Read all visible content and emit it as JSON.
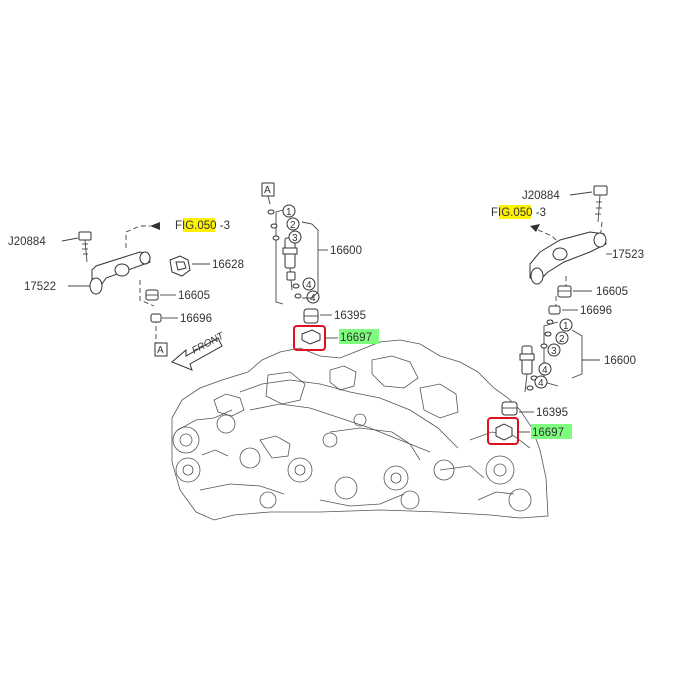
{
  "colors": {
    "fig_highlight": "#fff200",
    "part_highlight": "#7dff7d",
    "callout_box": "#e0101c",
    "line": "#333333"
  },
  "refs": {
    "fig_ref_prefix": "F",
    "fig_ref_highlight": "IG.05",
    "fig_ref_suffix": "0 -3",
    "section_a": "A"
  },
  "parts": {
    "bolt": "J20884",
    "pipe_left": "17522",
    "pipe_right": "17523",
    "clip": "16628",
    "holder": "16605",
    "spacer": "16696",
    "injector": "16600",
    "insulator": "16395",
    "seal": "16697"
  },
  "index_numbers": [
    "1",
    "2",
    "3",
    "4"
  ],
  "arrow_text": "FRONT"
}
